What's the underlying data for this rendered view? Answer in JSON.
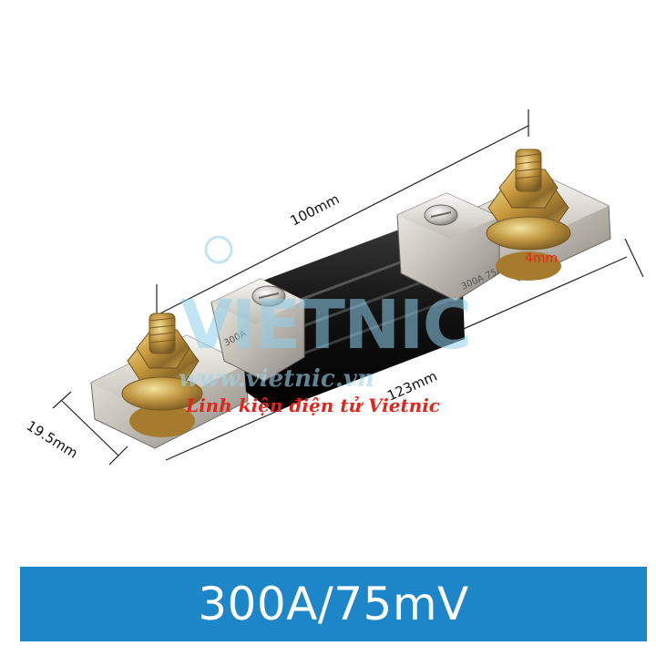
{
  "dimensions": {
    "length_top": "100mm",
    "length_bottom": "123mm",
    "width": "19.5mm",
    "thickness": "4mm"
  },
  "watermark": {
    "brand": "VIETNIC",
    "url": "www.vietnic.vn"
  },
  "shop_caption": "Linh kiện điện tử Vietnic",
  "product_marking": "300A 75mV",
  "banner": {
    "label": "300A/75mV",
    "color": "#1c86c8"
  }
}
